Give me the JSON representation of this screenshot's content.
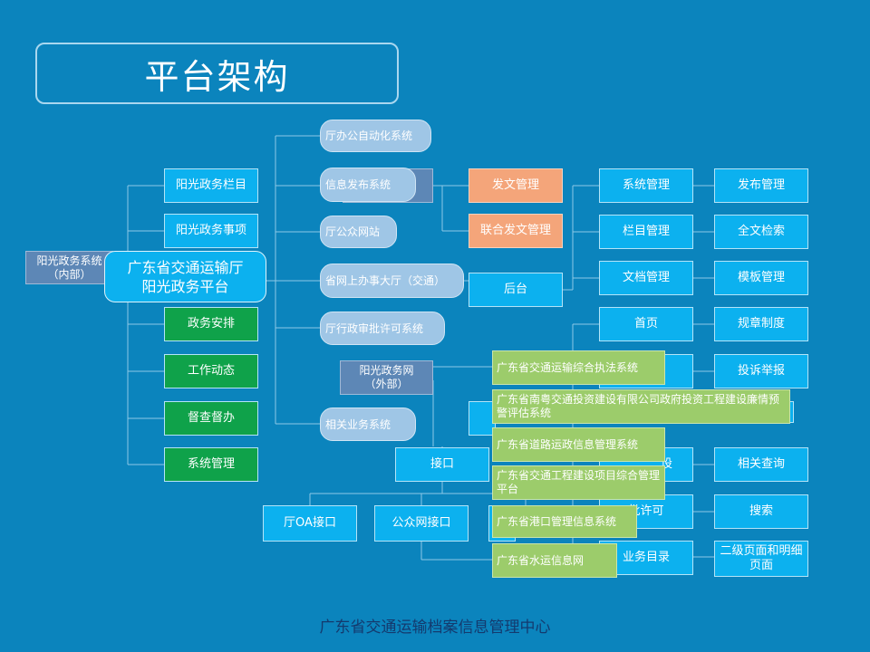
{
  "title": "平台架构",
  "footer": "广东省交通运输档案信息管理中心",
  "nodes": {
    "internal_system": "阳光政务系统\n（内部）",
    "center": "广东省交通运输厅\n阳光政务平台",
    "left_col": [
      "阳光政务栏目",
      "阳光政务事项",
      "政务安排",
      "工作动态",
      "督查督办",
      "系统管理"
    ],
    "middle_col": [
      "厅办公自动化系统",
      "信息发布系统",
      "厅公众网站",
      "省网上办事大厅（交通）",
      "厅行政审批许可系统",
      "相关业务系统"
    ],
    "external_network": "阳光政务网\n（外部）",
    "publish_mgmt": "发文管理",
    "joint_publish_mgmt": "联合发文管理",
    "backend": "后台",
    "interface": "接口",
    "oa_interface": "厅OA接口",
    "public_interface": "公众网接口",
    "right_col1": [
      "系统管理",
      "栏目管理",
      "文档管理",
      "首页",
      "",
      "",
      "",
      "批许可",
      "业务目录"
    ],
    "right_col1_partial_mid": "设",
    "right_col2": [
      "发布管理",
      "全文检索",
      "模板管理",
      "规章制度",
      "投诉举报",
      "",
      "相关查询",
      "搜索",
      "二级页面和明细页面"
    ],
    "green_labels": [
      "广东省交通运输综合执法系统",
      "广东省南粤交通投资建设有限公司政府投资工程建设廉情预警评估系统",
      "广东省道路运政信息管理系统",
      "广东省交通工程建设项目综合管理平台",
      "广东省港口管理信息系统",
      "广东省水运信息网"
    ]
  },
  "colors": {
    "background": "#0b84bd",
    "cyan_box": "#0cb1ef",
    "green_box": "#0fa24a",
    "orange_box": "#f4a57a",
    "slate_box": "#5d87b6",
    "pill_box": "#9fc6e6",
    "lime_label": "#9ccc6b",
    "footer_text": "#143a6e"
  }
}
